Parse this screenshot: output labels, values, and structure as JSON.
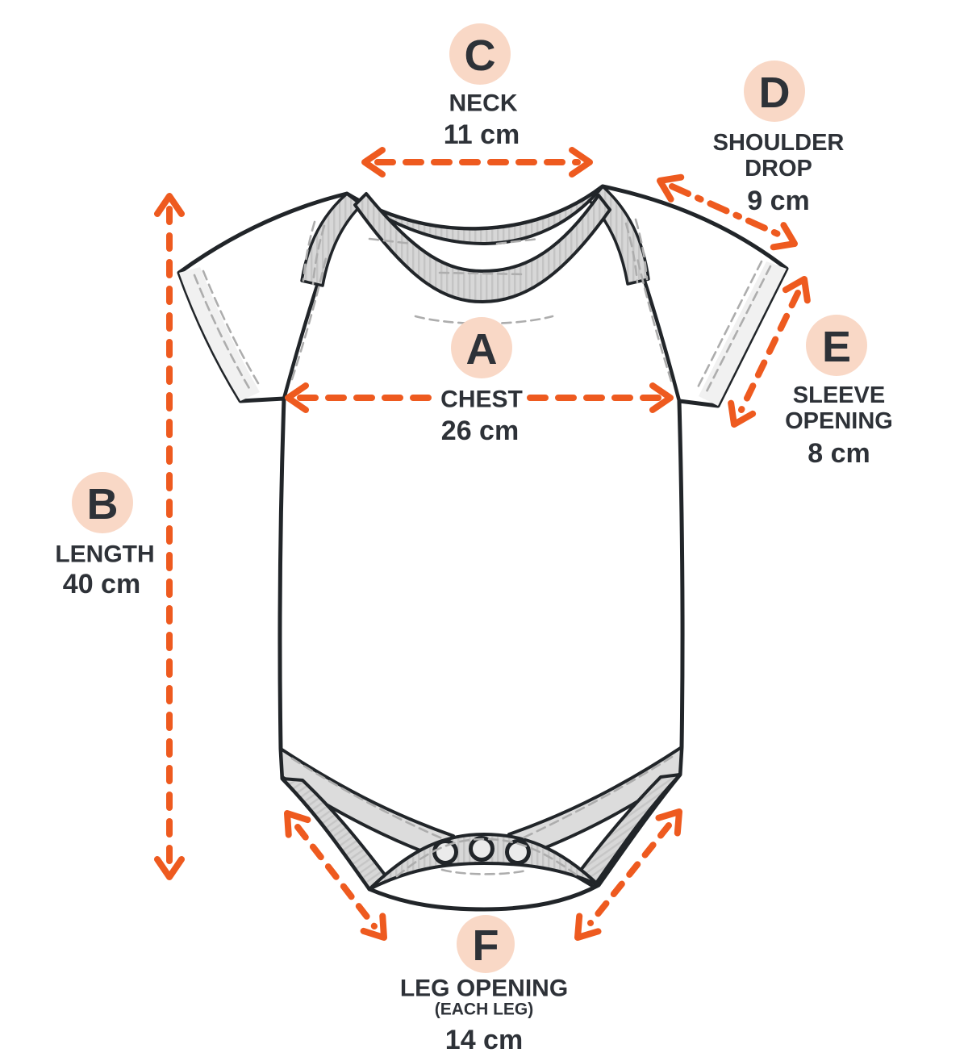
{
  "diagram": {
    "subject": "baby bodysuit measurement guide",
    "colors": {
      "accent_orange": "#EE5A1F",
      "badge_peach": "#F9D8C6",
      "ink": "#2E3238",
      "garment_outline": "#212529",
      "rib_trim_gray": "#D7D7D7",
      "cuff_light_gray": "#F1F1F1",
      "stitch_gray": "#ADADAD"
    },
    "measurements": {
      "chest": {
        "letter": "A",
        "label": "CHEST",
        "value": "26 cm"
      },
      "length": {
        "letter": "B",
        "label": "LENGTH",
        "value": "40 cm"
      },
      "neck": {
        "letter": "C",
        "label": "NECK",
        "value": "11 cm"
      },
      "shoulder_drop": {
        "letter": "D",
        "label_line1": "SHOULDER",
        "label_line2": "DROP",
        "value": "9 cm"
      },
      "sleeve_opening": {
        "letter": "E",
        "label_line1": "SLEEVE",
        "label_line2": "OPENING",
        "value": "8 cm"
      },
      "leg_opening": {
        "letter": "F",
        "label": "LEG OPENING",
        "sublabel": "(EACH LEG)",
        "value": "14 cm"
      }
    }
  }
}
